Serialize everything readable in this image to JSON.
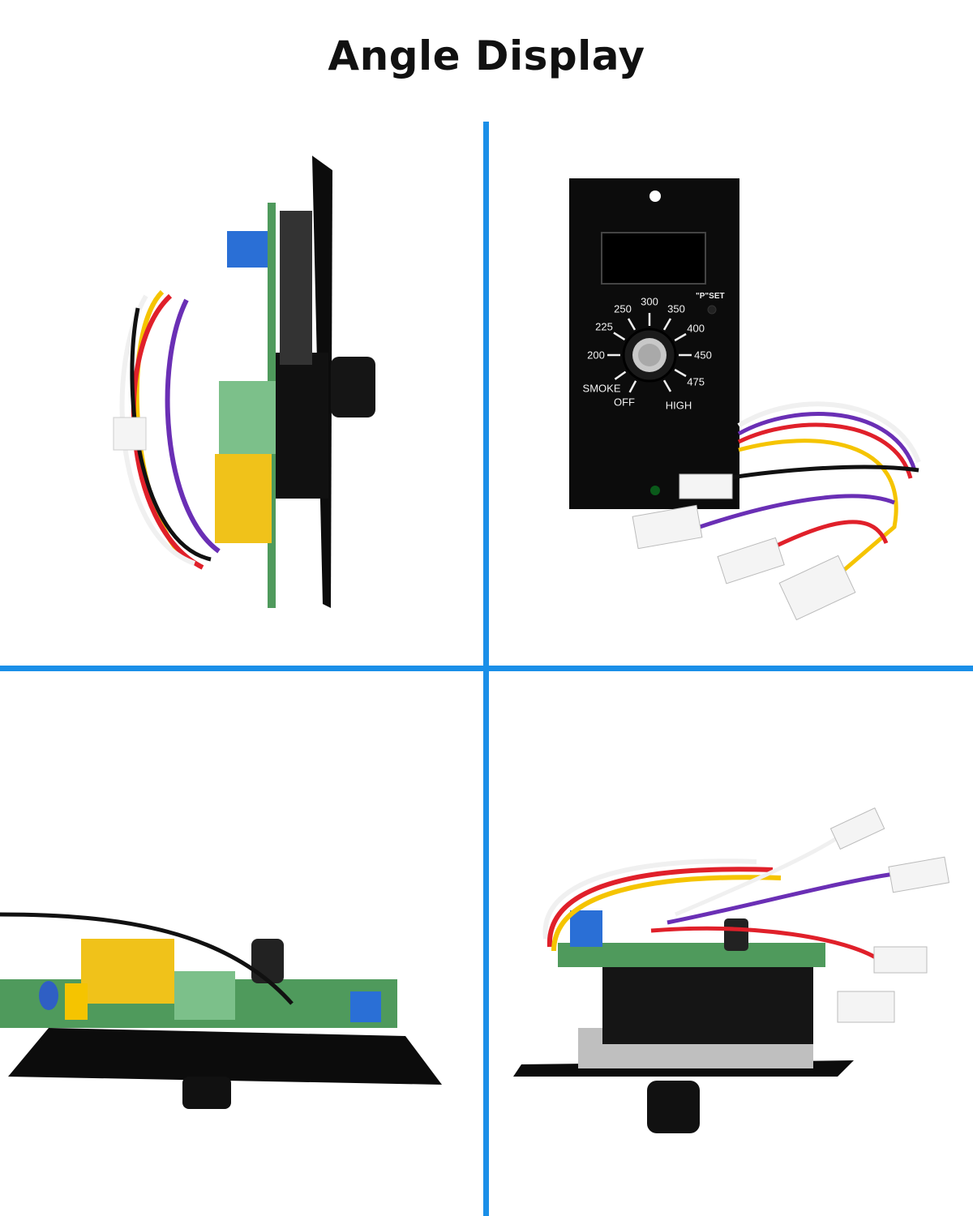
{
  "title": "Angle Display",
  "colors": {
    "divider": "#1a8fe8",
    "panel": "#0c0c0c",
    "wire_red": "#e0202a",
    "wire_yellow": "#f5c400",
    "wire_purple": "#6a2fb5",
    "wire_black": "#111111",
    "wire_white": "#f0f0f0",
    "pcb_green": "#4f9a5c",
    "terminal_blue": "#2a6fd6"
  },
  "panels": [
    {
      "name": "side-view"
    },
    {
      "name": "front-view",
      "dial": {
        "labels": [
          "SMOKE",
          "200",
          "225",
          "250",
          "300",
          "350",
          "400",
          "450",
          "475",
          "HIGH",
          "OFF"
        ],
        "pset_label": "\"P\"SET"
      }
    },
    {
      "name": "bottom-view"
    },
    {
      "name": "back-angle-view"
    }
  ]
}
